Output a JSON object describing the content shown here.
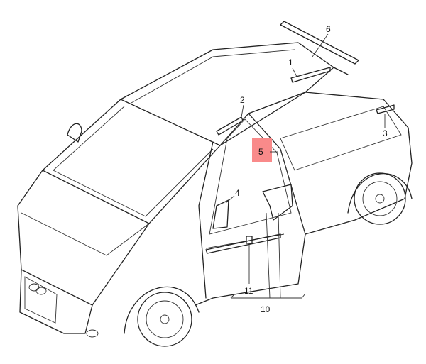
{
  "diagram": {
    "title": "Car body trim parts diagram",
    "highlight_color": "#f98a8a",
    "callouts": [
      {
        "id": "c1",
        "label": "1"
      },
      {
        "id": "c2",
        "label": "2"
      },
      {
        "id": "c3",
        "label": "3"
      },
      {
        "id": "c4",
        "label": "4"
      },
      {
        "id": "c5",
        "label": "5",
        "highlighted": true
      },
      {
        "id": "c6",
        "label": "6"
      },
      {
        "id": "c10",
        "label": "10"
      },
      {
        "id": "c11",
        "label": "11"
      }
    ]
  }
}
